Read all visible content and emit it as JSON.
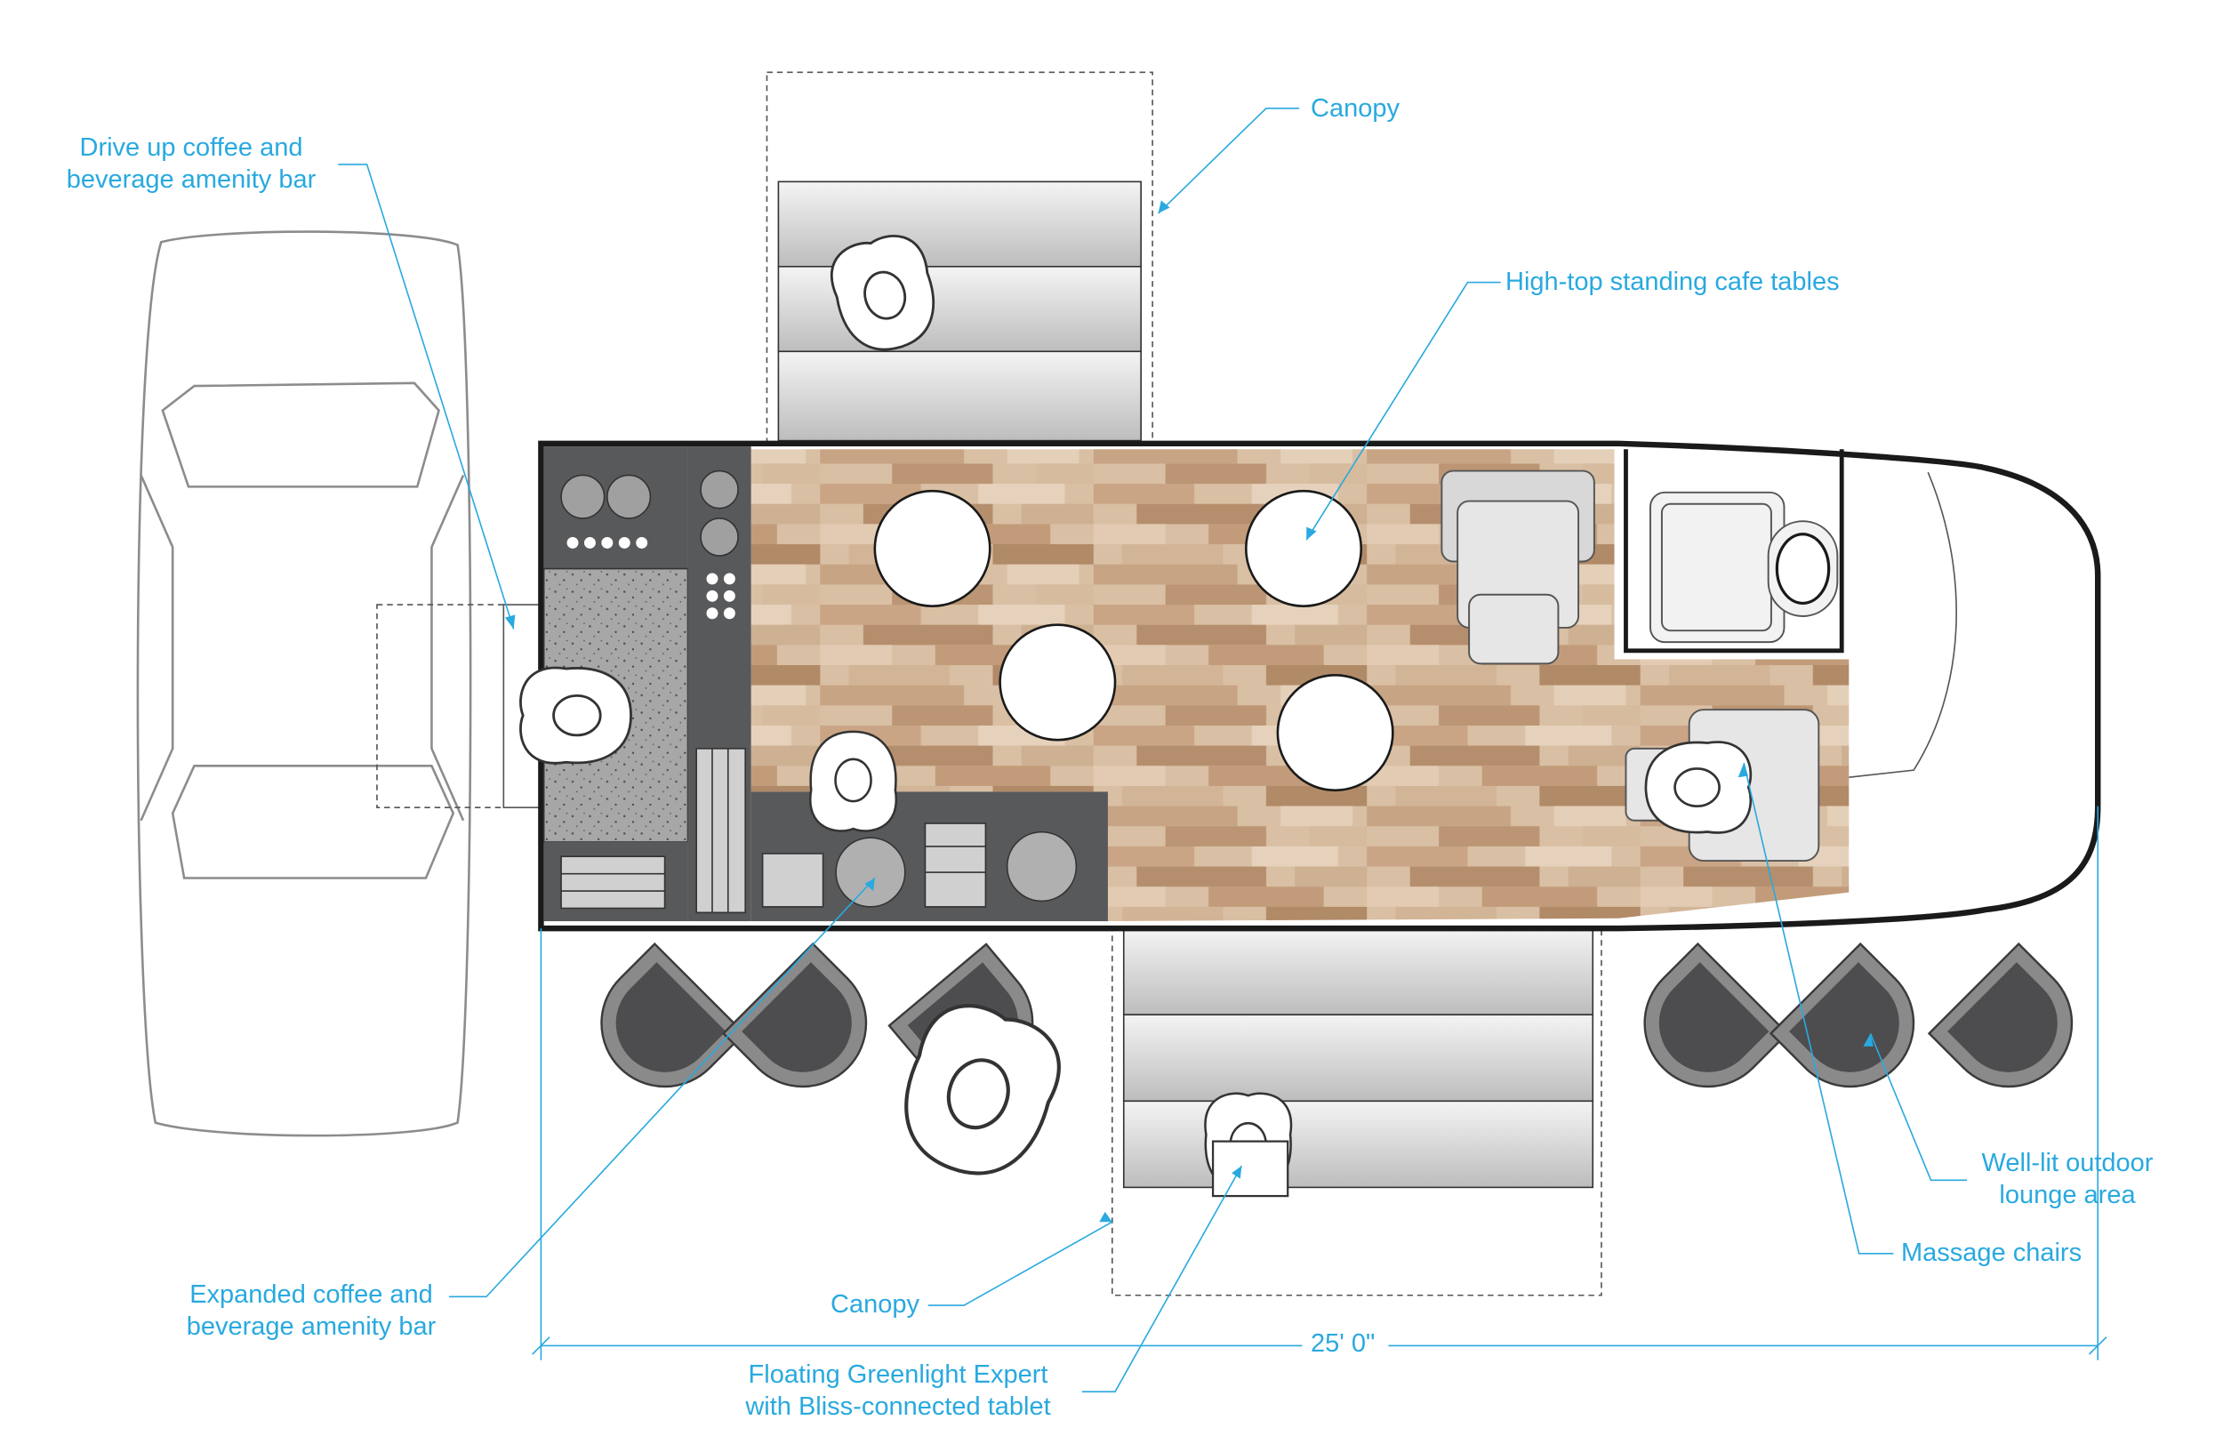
{
  "colors": {
    "callout": "#29a9df",
    "outline": "#8c8c8c",
    "wall": "#1a1a1a",
    "counter": "#58595b",
    "chair": "#4d4d4f",
    "floor_light": "#d9bfa3",
    "floor_dark": "#b58e6d"
  },
  "labels": {
    "drive_up": [
      "Drive up coffee and",
      "beverage amenity bar"
    ],
    "canopy_top": "Canopy",
    "high_top": "High-top standing cafe tables",
    "expanded": [
      "Expanded coffee and",
      "beverage amenity bar"
    ],
    "canopy_bottom": "Canopy",
    "floating": [
      "Floating Greenlight Expert",
      "with Bliss-connected tablet"
    ],
    "dimension": "25' 0\"",
    "massage": "Massage chairs",
    "lounge": [
      "Well-lit outdoor",
      "lounge area"
    ]
  },
  "icons": {
    "vehicle": "car-outline-icon",
    "person": "person-topdown-icon",
    "table": "round-table-icon",
    "lounge_chair": "lounge-chair-icon",
    "massage_chair": "massage-chair-icon"
  }
}
